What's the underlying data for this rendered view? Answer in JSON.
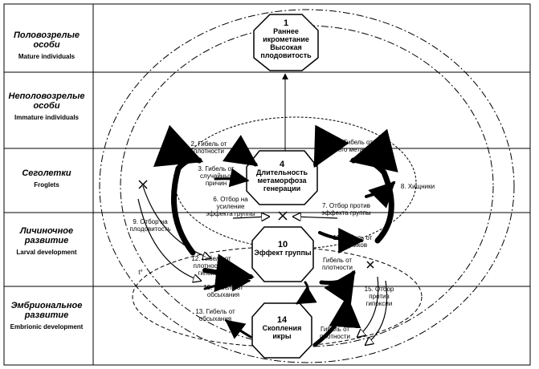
{
  "stages": [
    {
      "ru": "Половозрелые особи",
      "en": "Mature individuals"
    },
    {
      "ru": "Неполовозрелые особи",
      "en": "Immature individuals"
    },
    {
      "ru": "Сеголетки",
      "en": "Froglets"
    },
    {
      "ru": "Личиночное развитие",
      "en": "Larval development"
    },
    {
      "ru": "Эмбриональное развитие",
      "en": "Embrionic development"
    }
  ],
  "nodes": [
    {
      "num": "1",
      "text": "Раннее икрометание Высокая плодовитость"
    },
    {
      "num": "4",
      "text": "Длительность метаморфоза генерации"
    },
    {
      "num": "10",
      "text": "Эффект группы"
    },
    {
      "num": "14",
      "text": "Скопления икры"
    }
  ],
  "labels": {
    "l2": "2. Гибель от плотности",
    "l3": "3. Гибель от случайных причин",
    "l5": "5. Гибель от позд него метаморфоза",
    "l6": "6. Отбор на усиление эффекта группы",
    "l7": "7. Отбор против эффекта группы",
    "l8": "8. Хищники",
    "l9": "9. Отбор на плодовитость",
    "l11": "11. Гибель от хищников",
    "l12": "12. Гибель от плотности и гипоксии",
    "l13a": "13. Гибель от обсыхания",
    "l13b": "13. Гибель от обсыхания",
    "l15": "15. Отбор против гипоксии",
    "lp1": "Гибель от плотности",
    "lp2": "Гибель от плотности",
    "t": "t°"
  }
}
